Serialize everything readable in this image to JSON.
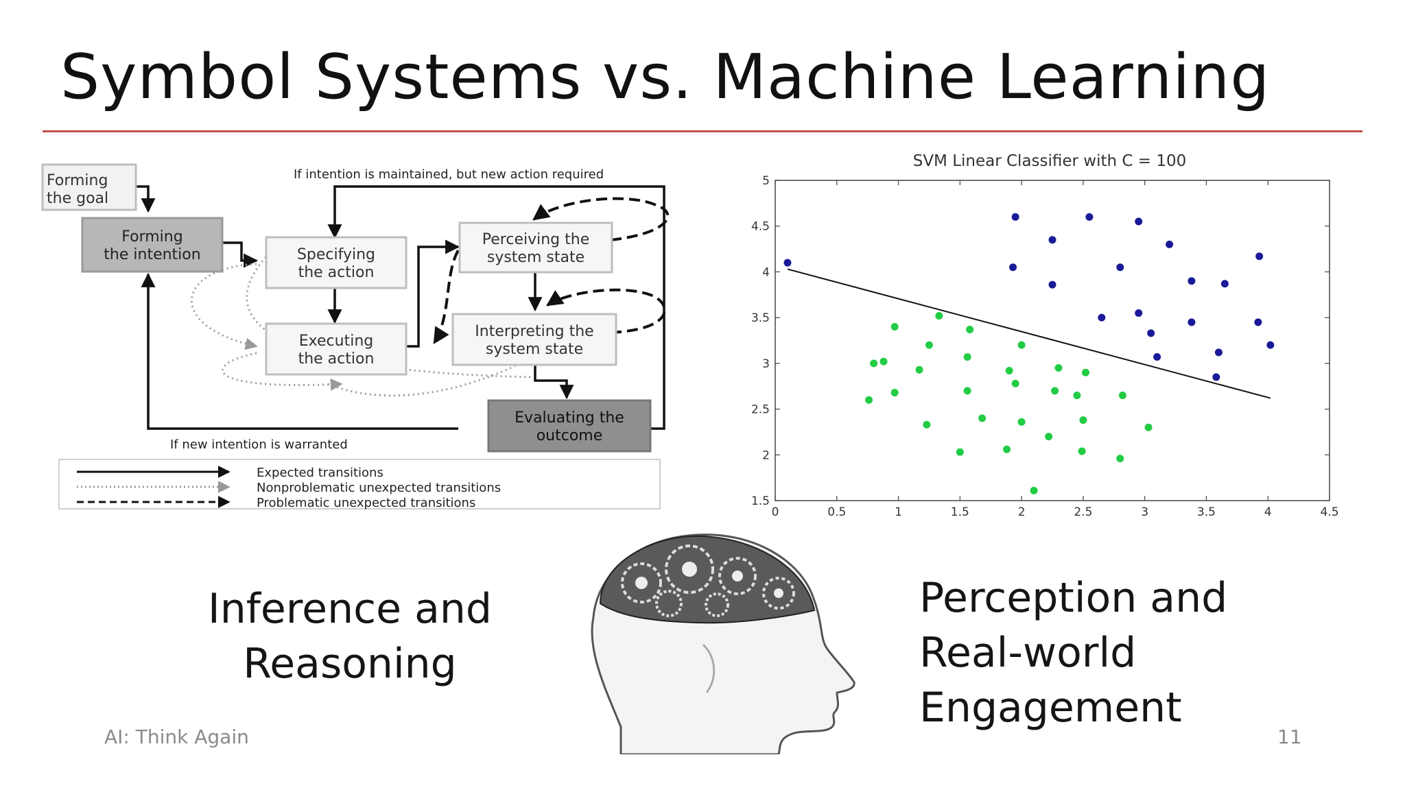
{
  "slide": {
    "title": "Symbol Systems vs. Machine Learning",
    "rule_color": "#c0504d",
    "caption_left": [
      "Inference and",
      "Reasoning"
    ],
    "caption_right": [
      "Perception and",
      "Real-world",
      "Engagement"
    ],
    "footer_left": "AI: Think Again",
    "page_number": "11"
  },
  "diagram": {
    "nodes": {
      "goal": [
        "Forming",
        "the goal"
      ],
      "intention": [
        "Forming",
        "the intention"
      ],
      "specify": [
        "Specifying",
        "the action"
      ],
      "execute": [
        "Executing",
        "the action"
      ],
      "perceive": [
        "Perceiving the",
        "system state"
      ],
      "interpret": [
        "Interpreting the",
        "system state"
      ],
      "evaluate": [
        "Evaluating the",
        "outcome"
      ]
    },
    "top_label": "If intention is maintained, but new action required",
    "bottom_label": "If new intention is warranted",
    "legend": {
      "expected": "Expected transitions",
      "nonproblematic": "Nonproblematic unexpected transitions",
      "problematic": "Problematic unexpected transitions"
    }
  },
  "head_image": {
    "icon": "gear-head-icon"
  },
  "chart_data": {
    "type": "scatter",
    "title": "SVM Linear Classifier with C = 100",
    "xlim": [
      0,
      4.5
    ],
    "ylim": [
      1.5,
      5
    ],
    "x_ticks": [
      "0",
      "0.5",
      "1",
      "1.5",
      "2",
      "2.5",
      "3",
      "3.5",
      "4",
      "4.5"
    ],
    "y_ticks": [
      "1.5",
      "2",
      "2.5",
      "3",
      "3.5",
      "4",
      "4.5",
      "5"
    ],
    "grid": false,
    "series": [
      {
        "color": "#1a1a99",
        "points": [
          [
            0.1,
            4.1
          ],
          [
            1.95,
            4.6
          ],
          [
            2.55,
            4.6
          ],
          [
            2.95,
            4.55
          ],
          [
            2.25,
            4.35
          ],
          [
            3.2,
            4.3
          ],
          [
            1.93,
            4.05
          ],
          [
            2.8,
            4.05
          ],
          [
            3.93,
            4.17
          ],
          [
            3.38,
            3.9
          ],
          [
            2.25,
            3.86
          ],
          [
            3.65,
            3.87
          ],
          [
            2.65,
            3.5
          ],
          [
            2.95,
            3.55
          ],
          [
            3.05,
            3.33
          ],
          [
            3.38,
            3.45
          ],
          [
            3.92,
            3.45
          ],
          [
            4.02,
            3.2
          ],
          [
            3.6,
            3.12
          ],
          [
            3.1,
            3.07
          ],
          [
            3.58,
            2.85
          ]
        ]
      },
      {
        "color": "#22cc44",
        "points": [
          [
            1.33,
            3.52
          ],
          [
            0.97,
            3.4
          ],
          [
            1.58,
            3.37
          ],
          [
            1.25,
            3.2
          ],
          [
            2.0,
            3.2
          ],
          [
            0.8,
            3.0
          ],
          [
            0.88,
            3.02
          ],
          [
            1.56,
            3.07
          ],
          [
            1.17,
            2.93
          ],
          [
            1.9,
            2.92
          ],
          [
            2.3,
            2.95
          ],
          [
            2.52,
            2.9
          ],
          [
            1.95,
            2.78
          ],
          [
            2.27,
            2.7
          ],
          [
            2.45,
            2.65
          ],
          [
            2.82,
            2.65
          ],
          [
            1.56,
            2.7
          ],
          [
            0.97,
            2.68
          ],
          [
            0.76,
            2.6
          ],
          [
            1.68,
            2.4
          ],
          [
            2.0,
            2.36
          ],
          [
            2.5,
            2.38
          ],
          [
            3.03,
            2.3
          ],
          [
            1.23,
            2.33
          ],
          [
            2.22,
            2.2
          ],
          [
            1.88,
            2.06
          ],
          [
            1.5,
            2.03
          ],
          [
            2.49,
            2.04
          ],
          [
            2.8,
            1.96
          ],
          [
            2.1,
            1.61
          ]
        ]
      }
    ],
    "line": {
      "x": [
        0.1,
        4.02
      ],
      "y": [
        4.03,
        2.62
      ],
      "color": "#111111"
    }
  }
}
